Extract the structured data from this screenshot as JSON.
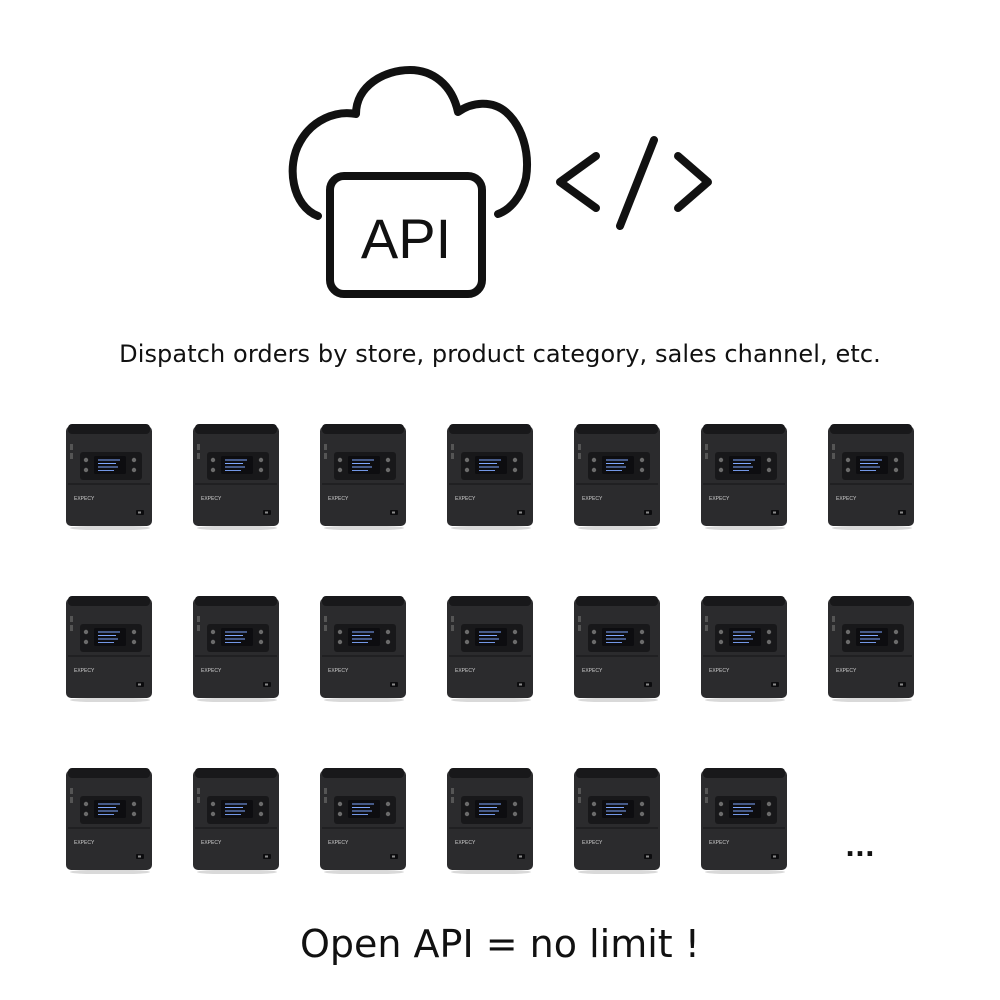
{
  "hero": {
    "cloud_icon": "cloud-icon",
    "api_label": "API",
    "code_icon": "code-brackets-icon"
  },
  "tagline": "Dispatch orders by store, product category, sales channel, etc.",
  "printers": {
    "icon": "receipt-printer-icon",
    "rows": [
      7,
      7,
      6
    ],
    "brand_label": "EXPECY"
  },
  "ellipsis": "...",
  "footer": "Open API = no limit !",
  "colors": {
    "printer_body": "#2b2b2d",
    "printer_dark": "#18181a",
    "screen_text": "#7fa7ff",
    "line_art": "#111111"
  }
}
